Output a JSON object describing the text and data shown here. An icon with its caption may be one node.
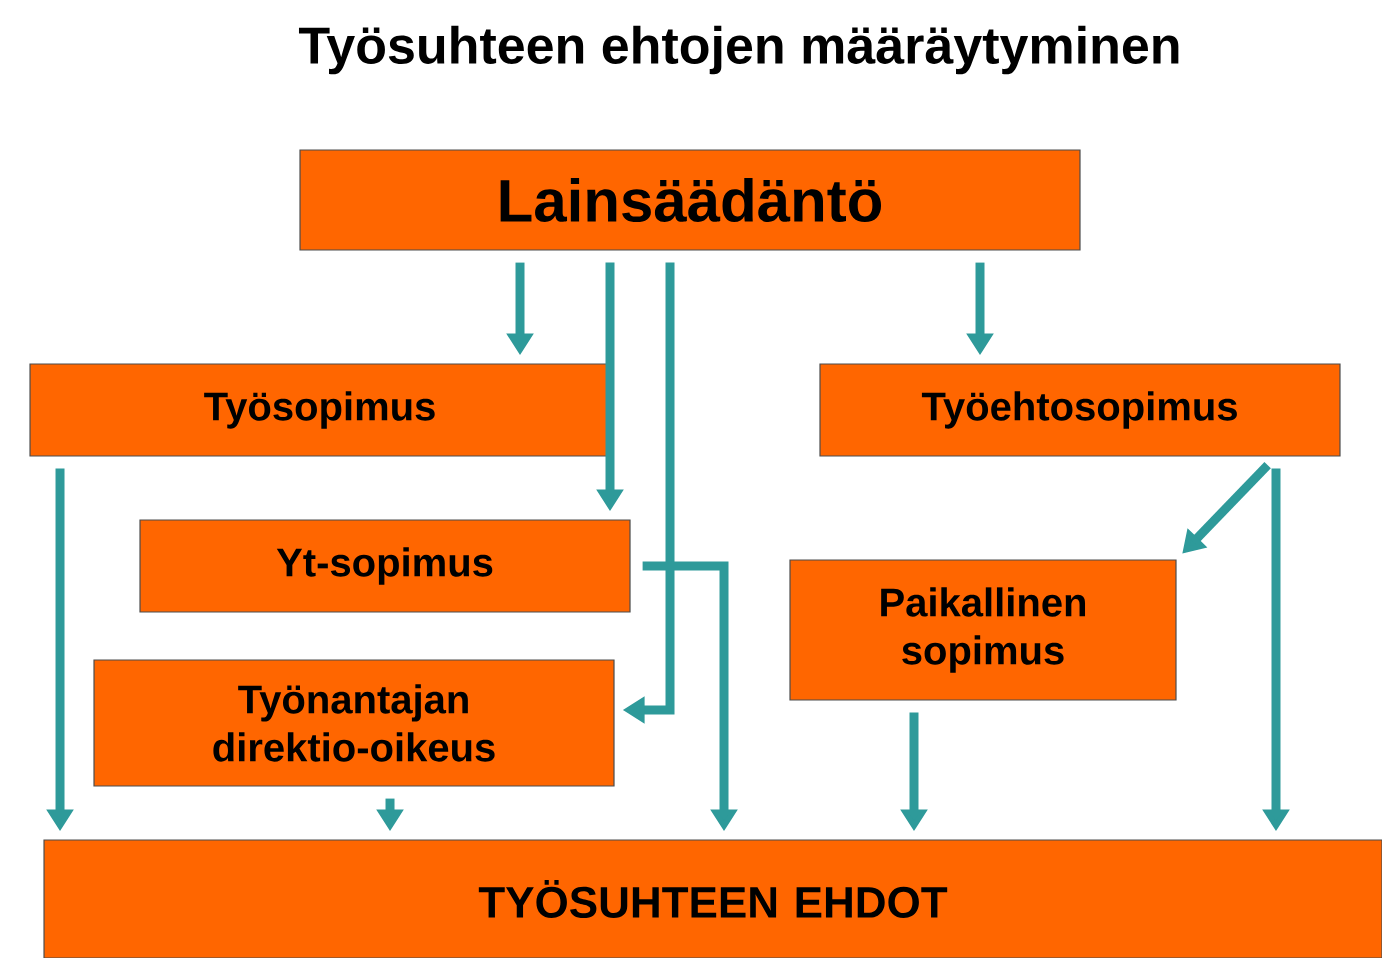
{
  "diagram": {
    "title": "Työsuhteen ehtojen määräytyminen",
    "nodes": [
      {
        "text": [
          "Lainsäädäntö"
        ]
      },
      {
        "text": [
          "Työsopimus"
        ]
      },
      {
        "text": [
          "Työehtosopimus"
        ]
      },
      {
        "text": [
          "Yt-sopimus"
        ]
      },
      {
        "text": [
          "Paikallinen sopimus"
        ]
      },
      {
        "text": [
          "Työnantajan direktio-oikeus"
        ]
      },
      {
        "text": [
          "TYÖSUHTEEN EHDOT"
        ]
      }
    ],
    "edges": [
      {
        "from": 0,
        "to": 1,
        "arrow": "to"
      },
      {
        "from": 0,
        "to": 3,
        "arrow": "to"
      },
      {
        "from": 0,
        "to": 5,
        "arrow": "to"
      },
      {
        "from": 0,
        "to": 2,
        "arrow": "to"
      },
      {
        "from": 1,
        "to": 6,
        "arrow": "to"
      },
      {
        "from": 3,
        "to": 6,
        "arrow": "to"
      },
      {
        "from": 2,
        "to": 4,
        "arrow": "to"
      },
      {
        "from": 2,
        "to": 6,
        "arrow": "to"
      },
      {
        "from": 4,
        "to": 6,
        "arrow": "to"
      },
      {
        "from": 5,
        "to": 6,
        "arrow": "to"
      }
    ]
  }
}
